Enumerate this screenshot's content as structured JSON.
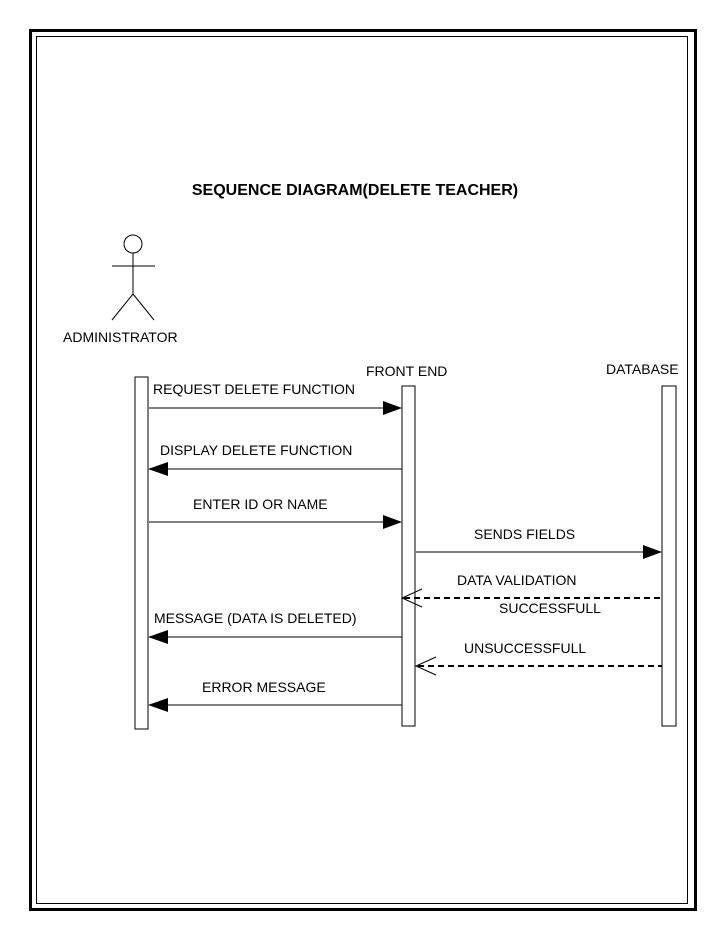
{
  "title": "SEQUENCE DIAGRAM(DELETE TEACHER)",
  "actors": {
    "administrator": "ADMINISTRATOR",
    "front_end": "FRONT END",
    "database": "DATABASE"
  },
  "messages": [
    {
      "label": "REQUEST DELETE FUNCTION",
      "from": "administrator",
      "to": "front_end",
      "style": "solid"
    },
    {
      "label": "DISPLAY DELETE FUNCTION",
      "from": "front_end",
      "to": "administrator",
      "style": "solid"
    },
    {
      "label": "ENTER ID OR NAME",
      "from": "administrator",
      "to": "front_end",
      "style": "solid"
    },
    {
      "label": "SENDS FIELDS",
      "from": "front_end",
      "to": "database",
      "style": "solid"
    },
    {
      "label": "DATA VALIDATION",
      "label2": "SUCCESSFULL",
      "from": "database",
      "to": "front_end",
      "style": "dashed"
    },
    {
      "label": "MESSAGE (DATA IS DELETED)",
      "from": "front_end",
      "to": "administrator",
      "style": "solid"
    },
    {
      "label": "UNSUCCESSFULL",
      "from": "database",
      "to": "front_end",
      "style": "dashed"
    },
    {
      "label": "ERROR MESSAGE",
      "from": "front_end",
      "to": "administrator",
      "style": "solid"
    }
  ]
}
